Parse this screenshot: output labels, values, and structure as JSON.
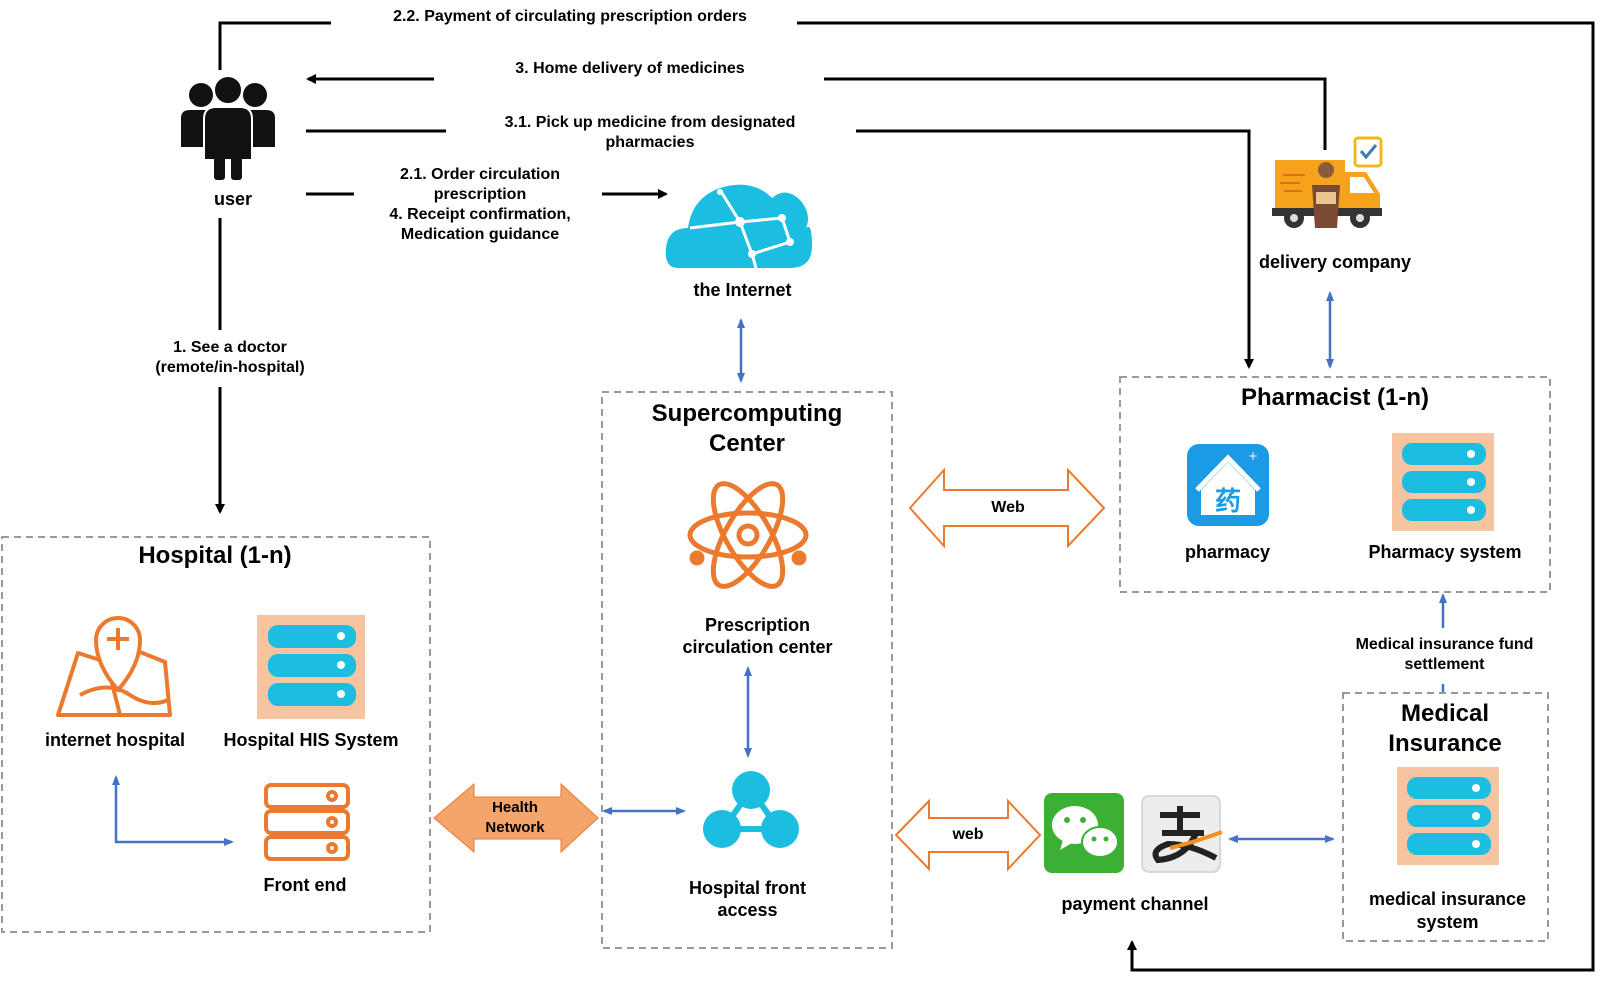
{
  "user": {
    "label": "user"
  },
  "internet": {
    "label": "the Internet"
  },
  "delivery_company": {
    "label": "delivery company"
  },
  "flows": {
    "payment_circulating": "2.2. Payment of circulating prescription orders",
    "home_delivery": "3. Home delivery of medicines",
    "pickup_line1": "3.1. Pick up medicine from designated",
    "pickup_line2": "pharmacies",
    "order_line1": "2.1. Order circulation",
    "order_line2": "prescription",
    "receipt_line1": "4. Receipt confirmation,",
    "receipt_line2": "Medication guidance",
    "see_doctor_line1": "1. See a doctor",
    "see_doctor_line2": "(remote/in-hospital)",
    "medical_fund_line1": "Medical insurance fund",
    "medical_fund_line2": "settlement"
  },
  "hospital": {
    "title": "Hospital (1-n)",
    "internet_hospital": "internet hospital",
    "his_system": "Hospital HIS System",
    "front_end": "Front end"
  },
  "health_network": {
    "line1": "Health",
    "line2": "Network"
  },
  "supercomputing": {
    "title_line1": "Supercomputing",
    "title_line2": "Center",
    "prescription_line1": "Prescription",
    "prescription_line2": "circulation center",
    "front_access_line1": "Hospital front",
    "front_access_line2": "access"
  },
  "pharmacist": {
    "title": "Pharmacist (1-n)",
    "pharmacy": "pharmacy",
    "pharmacy_system": "Pharmacy system"
  },
  "web_labels": {
    "upper": "Web",
    "lower": "web"
  },
  "payment": {
    "label": "payment channel"
  },
  "medical_insurance": {
    "title_line1": "Medical",
    "title_line2": "Insurance",
    "system_line1": "medical insurance",
    "system_line2": "system"
  },
  "colors": {
    "orange": "#EB7A2E",
    "cyan": "#1BBDE0",
    "blue_arrow": "#4472C4",
    "server_bg": "#F6C4A0",
    "network_orange": "#F4A56B"
  }
}
